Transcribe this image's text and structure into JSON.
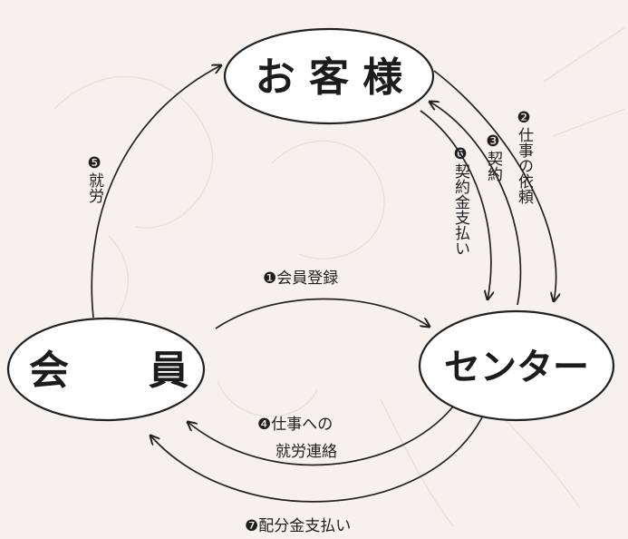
{
  "nodes": {
    "customer": "お 客 様",
    "member": "会　　員",
    "center": "センター"
  },
  "edges": {
    "e1": "❶会員登録",
    "e2": "❷仕事の依頼",
    "e3": "❸契約",
    "e4_line1": "❹仕事への",
    "e4_line2": "就労連絡",
    "e5": "❺就労",
    "e6": "❻契約金支払い",
    "e7": "❼配分金支払い"
  }
}
